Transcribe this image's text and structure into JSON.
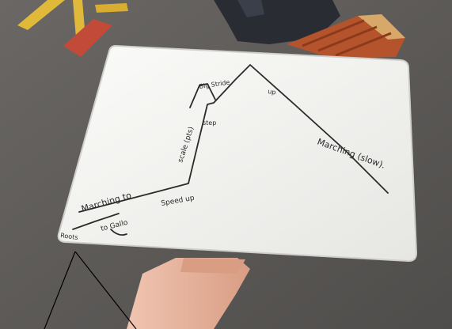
{
  "photo": {
    "colors": {
      "tarmac": "#5f5c5a",
      "board": "#f4f4f2",
      "ink": "#2b2b2b",
      "skin": "#e9b9a4",
      "bench": "#b5542c",
      "yellow": "#e0b83a",
      "red": "#c24a38"
    }
  },
  "board": {
    "labels": {
      "start": "Roots",
      "walk": "Marching to",
      "tempo": "to Gallo",
      "speed_up": "Speed up",
      "scale": "scale (pts)",
      "step": "step",
      "pause": "Big Stride",
      "up": "up",
      "end": "Marching (slow)."
    }
  }
}
